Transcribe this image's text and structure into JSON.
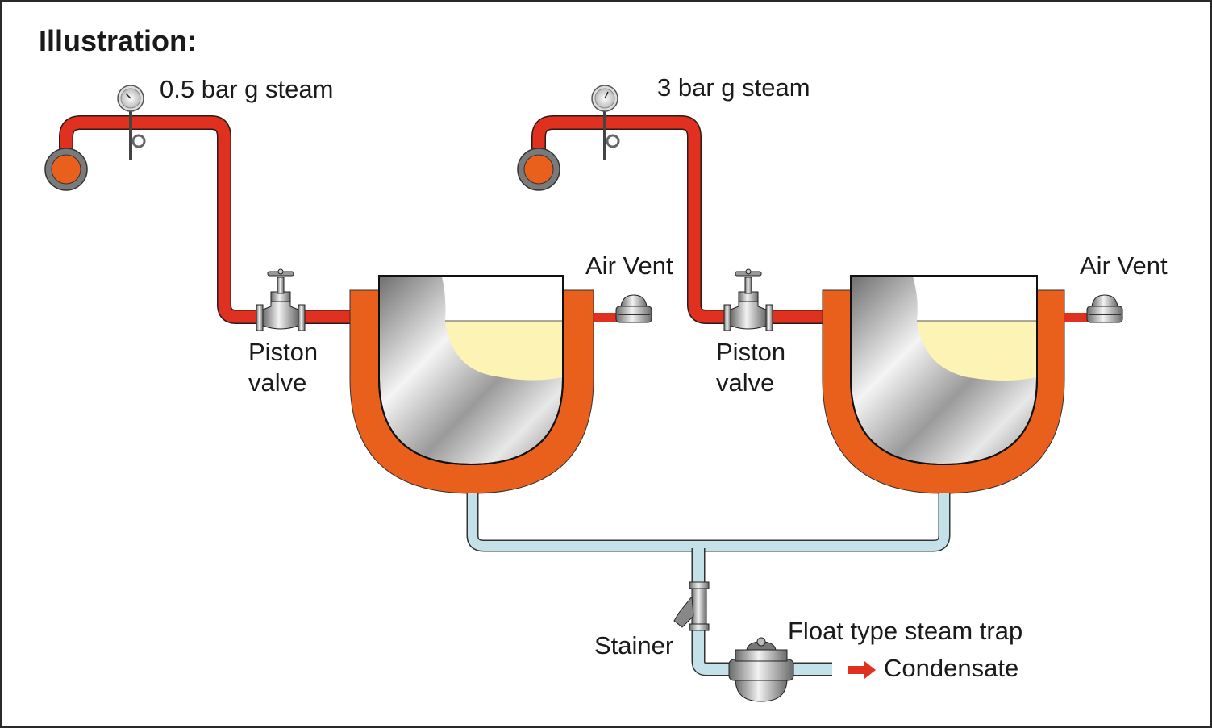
{
  "title": "Illustration:",
  "colors": {
    "steam": "#e03020",
    "jacket": "#e8601c",
    "condensate": "#c4e1ea",
    "product": "#fdf3b4",
    "metal": "#a8a8a8"
  },
  "labels": {
    "steam_left": "0.5 bar g steam",
    "steam_right": "3 bar g steam",
    "valve_left_line1": "Piston",
    "valve_left_line2": "valve",
    "valve_right_line1": "Piston",
    "valve_right_line2": "valve",
    "air_vent_left": "Air Vent",
    "air_vent_right": "Air Vent",
    "strainer": "Stainer",
    "trap": "Float type steam trap",
    "condensate": "Condensate"
  },
  "icons": [
    "pressure-gauge-icon",
    "steam-header-icon",
    "globe-valve-icon",
    "air-vent-icon",
    "y-strainer-icon",
    "float-trap-icon",
    "flow-arrow-icon"
  ]
}
